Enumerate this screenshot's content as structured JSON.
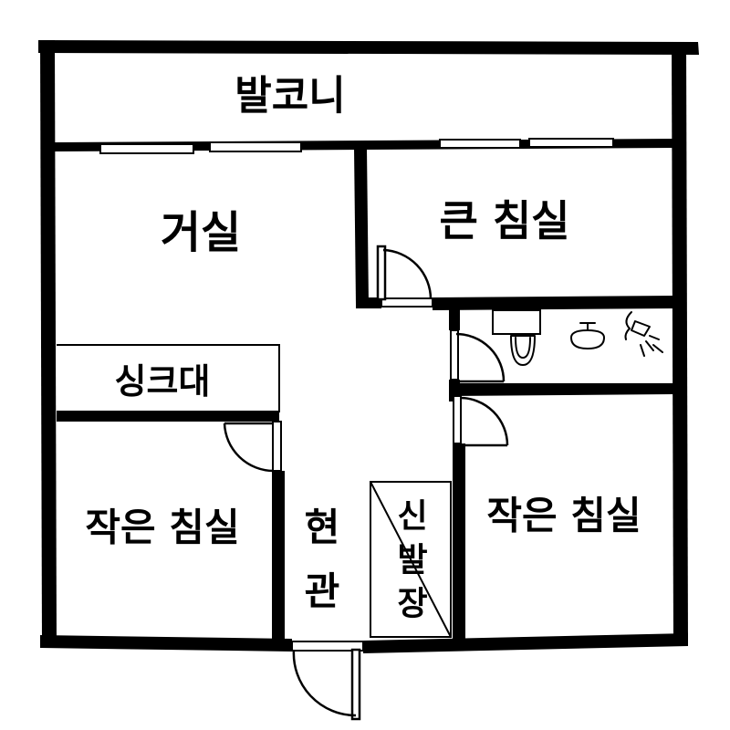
{
  "rooms": {
    "balcony": "발코니",
    "living_room": "거실",
    "master_bedroom": "큰 침실",
    "sink": "싱크대",
    "small_bedroom_left": "작은 침실",
    "small_bedroom_right": "작은 침실"
  },
  "entrance": [
    "현",
    "관"
  ],
  "shoe_cabinet": [
    "신",
    "발",
    "장"
  ],
  "colors": {
    "ink": "#000000",
    "paper": "#ffffff"
  },
  "icons": [
    "toilet-icon",
    "washbasin-icon",
    "shower-icon"
  ]
}
